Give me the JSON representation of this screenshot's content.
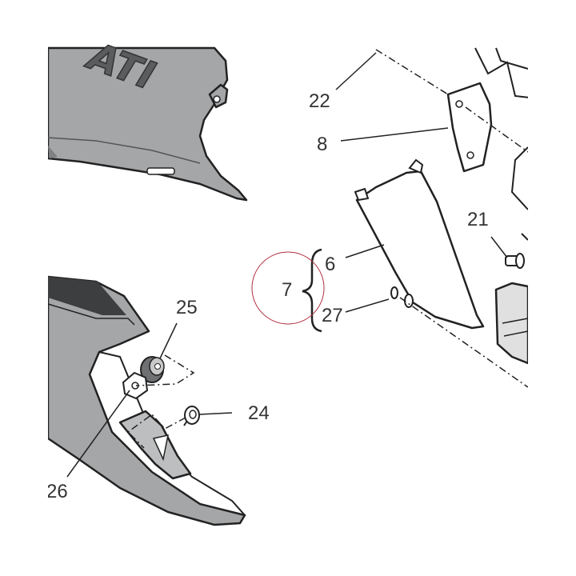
{
  "diagram": {
    "colors": {
      "background": "#ffffff",
      "fairing_fill": "#a4a6a8",
      "fairing_dark": "#5a5c5e",
      "stripe": "#3c3e40",
      "outline": "#222222",
      "callout_circle": "#b03040",
      "text": "#333333"
    },
    "logo": {
      "text": "ATI"
    },
    "callouts": {
      "c22": "22",
      "c8": "8",
      "c21": "21",
      "c6": "6",
      "c7": "7",
      "c27": "27",
      "c25": "25",
      "c24": "24",
      "c26": "26"
    }
  }
}
